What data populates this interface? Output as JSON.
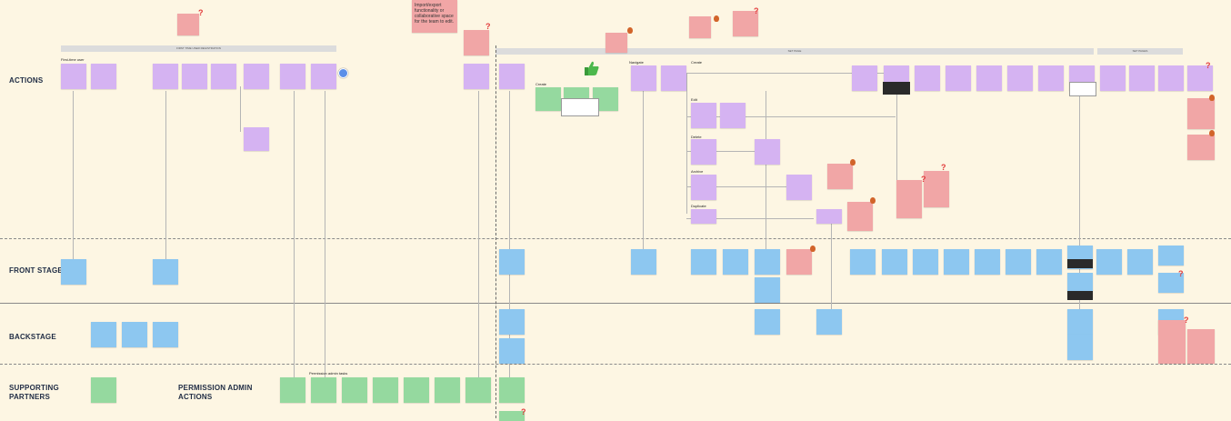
{
  "lanes": {
    "actions": "ACTIONS",
    "front_stage": "FRONT STAGE",
    "backstage": "BACKSTAGE",
    "supporting_partners": "SUPPORTING\nPARTNERS",
    "permission_admin_actions": "PERMISSION ADMIN\nACTIONS"
  },
  "phases": [
    {
      "label": "FIRST TIME USER REGISTRATION"
    },
    {
      "label": "SET PAGE"
    },
    {
      "label": "SET PAGES"
    }
  ],
  "subheadings": {
    "first_time_user": "First-time user",
    "create_center": "Create",
    "navigate": "Navigate",
    "create": "Create",
    "edit": "Edit",
    "delete": "Delete",
    "archive": "Archive",
    "duplicate": "Duplicate",
    "permission_admin_tasks": "Permission admin tasks"
  },
  "callout": {
    "text": "Import/export functionality or collaborative space for the team to edit."
  },
  "colors": {
    "board": "#fdf6e3",
    "purple_note": "#d5b3f2",
    "blue_note": "#8dc7f0",
    "green_note": "#95d99f",
    "red_note": "#f1a6a6",
    "question_mark": "#e23b3b"
  },
  "icons": [
    "thumbs-up-icon",
    "question-mark-icon",
    "fire-icon",
    "info-circle-icon"
  ]
}
